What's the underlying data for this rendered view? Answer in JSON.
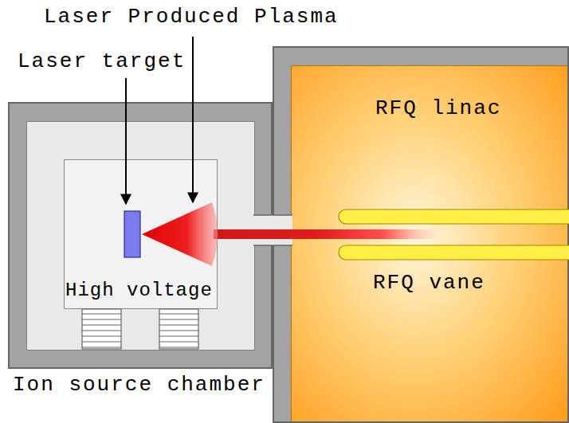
{
  "diagram": {
    "nodes": [
      {
        "text": [
          "Ion source chamber"
        ]
      },
      {
        "text": [
          "High voltage"
        ],
        "in": 0
      },
      {
        "text": [
          "RFQ linac"
        ]
      }
    ],
    "labels": [
      "Laser Produced Plasma",
      "Laser target",
      "RFQ vane"
    ]
  }
}
